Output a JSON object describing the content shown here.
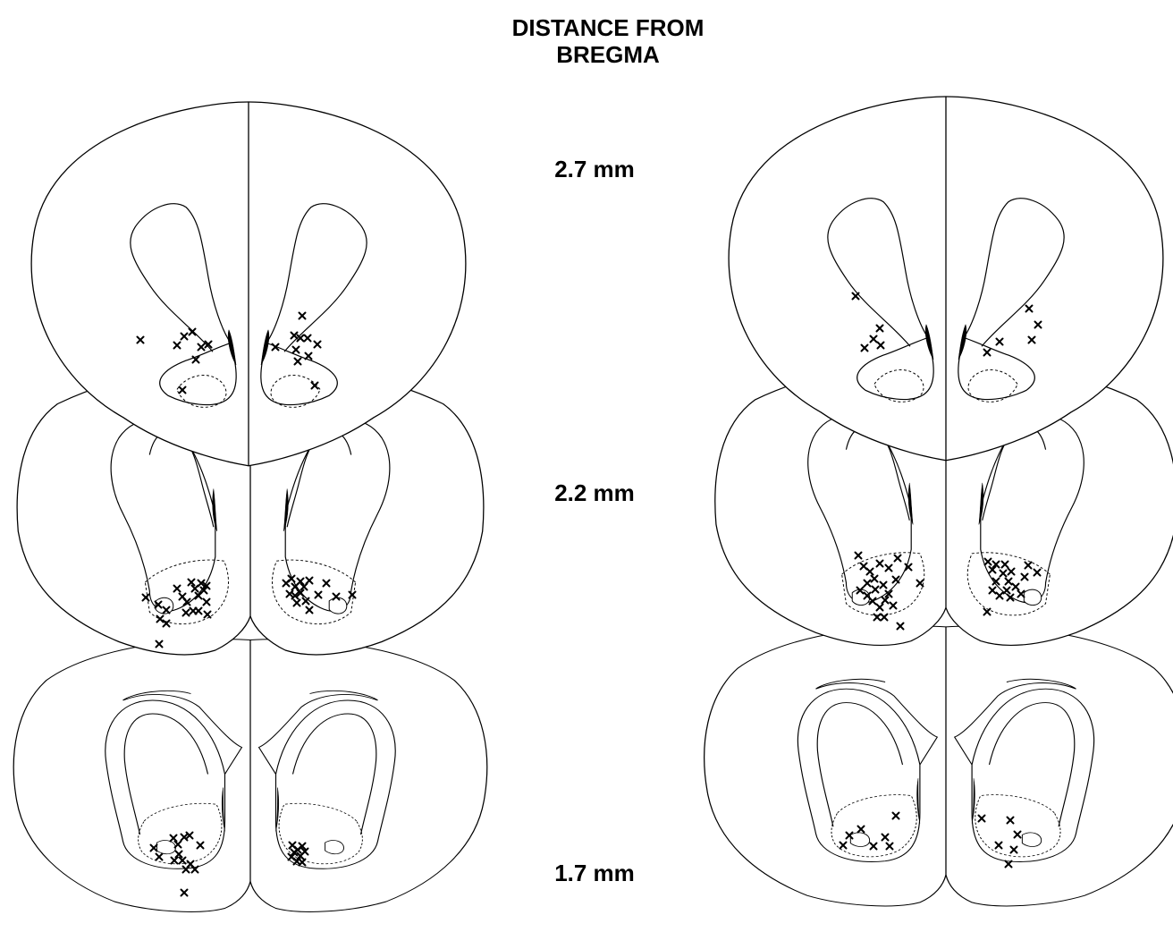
{
  "title_line1": "DISTANCE FROM",
  "title_line2": "BREGMA",
  "levels": [
    "2.7 mm",
    "2.2 mm",
    "1.7 mm"
  ],
  "colors": {
    "ink": "#000000",
    "background": "#ffffff"
  },
  "marker_symbol": "x",
  "panels": [
    {
      "id": "left-2.7",
      "marks": [
        [
          157,
          380
        ],
        [
          206,
          376
        ],
        [
          198,
          386
        ],
        [
          215,
          371
        ],
        [
          225,
          388
        ],
        [
          233,
          385
        ],
        [
          219,
          402
        ],
        [
          204,
          436
        ],
        [
          308,
          388
        ],
        [
          329,
          375
        ],
        [
          338,
          353
        ],
        [
          336,
          378
        ],
        [
          344,
          378
        ],
        [
          331,
          391
        ],
        [
          355,
          385
        ],
        [
          345,
          398
        ],
        [
          333,
          404
        ],
        [
          352,
          431
        ]
      ]
    },
    {
      "id": "left-2.2",
      "marks": [
        [
          163,
          668
        ],
        [
          177,
          676
        ],
        [
          186,
          682
        ],
        [
          179,
          692
        ],
        [
          186,
          697
        ],
        [
          198,
          658
        ],
        [
          204,
          667
        ],
        [
          209,
          673
        ],
        [
          214,
          651
        ],
        [
          218,
          658
        ],
        [
          222,
          666
        ],
        [
          225,
          652
        ],
        [
          228,
          660
        ],
        [
          231,
          655
        ],
        [
          216,
          683
        ],
        [
          208,
          685
        ],
        [
          231,
          673
        ],
        [
          222,
          683
        ],
        [
          232,
          687
        ],
        [
          178,
          720
        ],
        [
          320,
          652
        ],
        [
          326,
          647
        ],
        [
          330,
          656
        ],
        [
          336,
          650
        ],
        [
          340,
          656
        ],
        [
          346,
          649
        ],
        [
          336,
          663
        ],
        [
          330,
          666
        ],
        [
          324,
          664
        ],
        [
          342,
          672
        ],
        [
          332,
          674
        ],
        [
          346,
          682
        ],
        [
          356,
          665
        ],
        [
          365,
          652
        ],
        [
          376,
          667
        ],
        [
          394,
          665
        ]
      ]
    },
    {
      "id": "left-1.7",
      "marks": [
        [
          172,
          948
        ],
        [
          178,
          958
        ],
        [
          194,
          937
        ],
        [
          199,
          944
        ],
        [
          206,
          936
        ],
        [
          212,
          934
        ],
        [
          200,
          955
        ],
        [
          195,
          962
        ],
        [
          204,
          962
        ],
        [
          213,
          966
        ],
        [
          208,
          972
        ],
        [
          218,
          972
        ],
        [
          224,
          945
        ],
        [
          206,
          998
        ],
        [
          327,
          945
        ],
        [
          333,
          950
        ],
        [
          338,
          946
        ],
        [
          329,
          953
        ],
        [
          336,
          957
        ],
        [
          326,
          958
        ],
        [
          341,
          952
        ],
        [
          332,
          963
        ],
        [
          338,
          964
        ]
      ]
    },
    {
      "id": "right-2.7",
      "marks": [
        [
          957,
          331
        ],
        [
          984,
          367
        ],
        [
          977,
          379
        ],
        [
          985,
          386
        ],
        [
          967,
          389
        ],
        [
          1151,
          345
        ],
        [
          1161,
          363
        ],
        [
          1154,
          380
        ],
        [
          1118,
          382
        ],
        [
          1104,
          394
        ]
      ]
    },
    {
      "id": "right-2.2",
      "marks": [
        [
          960,
          621
        ],
        [
          966,
          633
        ],
        [
          973,
          639
        ],
        [
          984,
          630
        ],
        [
          1004,
          624
        ],
        [
          994,
          635
        ],
        [
          1002,
          648
        ],
        [
          1016,
          634
        ],
        [
          978,
          647
        ],
        [
          970,
          652
        ],
        [
          962,
          660
        ],
        [
          970,
          666
        ],
        [
          979,
          659
        ],
        [
          988,
          654
        ],
        [
          976,
          672
        ],
        [
          984,
          679
        ],
        [
          990,
          671
        ],
        [
          994,
          664
        ],
        [
          999,
          677
        ],
        [
          981,
          690
        ],
        [
          989,
          690
        ],
        [
          1029,
          652
        ],
        [
          1007,
          700
        ],
        [
          1105,
          628
        ],
        [
          1114,
          631
        ],
        [
          1124,
          631
        ],
        [
          1110,
          637
        ],
        [
          1122,
          641
        ],
        [
          1131,
          639
        ],
        [
          1128,
          650
        ],
        [
          1114,
          650
        ],
        [
          1110,
          660
        ],
        [
          1126,
          660
        ],
        [
          1136,
          656
        ],
        [
          1142,
          664
        ],
        [
          1118,
          666
        ],
        [
          1130,
          668
        ],
        [
          1150,
          632
        ],
        [
          1146,
          645
        ],
        [
          1160,
          640
        ],
        [
          1104,
          684
        ]
      ]
    },
    {
      "id": "right-1.7",
      "marks": [
        [
          950,
          934
        ],
        [
          943,
          945
        ],
        [
          963,
          927
        ],
        [
          990,
          936
        ],
        [
          1002,
          912
        ],
        [
          977,
          946
        ],
        [
          995,
          946
        ],
        [
          1098,
          915
        ],
        [
          1117,
          945
        ],
        [
          1130,
          917
        ],
        [
          1128,
          966
        ],
        [
          1134,
          950
        ],
        [
          1138,
          933
        ]
      ]
    }
  ]
}
